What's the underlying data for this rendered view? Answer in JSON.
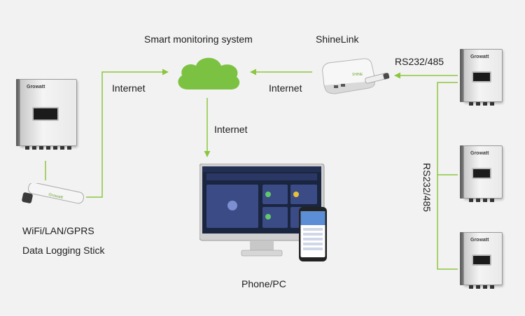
{
  "labels": {
    "smart_monitoring": "Smart monitoring system",
    "shinelink": "ShineLink",
    "internet_left": "Internet",
    "internet_right": "Internet",
    "internet_down": "Internet",
    "rs232_top": "RS232/485",
    "rs232_vertical": "RS232/485",
    "wifi_lan": "WiFi/LAN/GPRS",
    "data_stick": "Data Logging Stick",
    "phone_pc": "Phone/PC"
  },
  "brand": {
    "logo_text": "Growatt"
  },
  "colors": {
    "connector": "#8cc63f",
    "cloud": "#7cc242",
    "arrow": "#8cc63f"
  },
  "icons": {
    "cloud": "cloud-icon",
    "shinelink": "router-icon",
    "stick": "usb-stick-icon",
    "monitor": "monitor-icon",
    "phone": "phone-icon",
    "inverter": "inverter-icon"
  }
}
